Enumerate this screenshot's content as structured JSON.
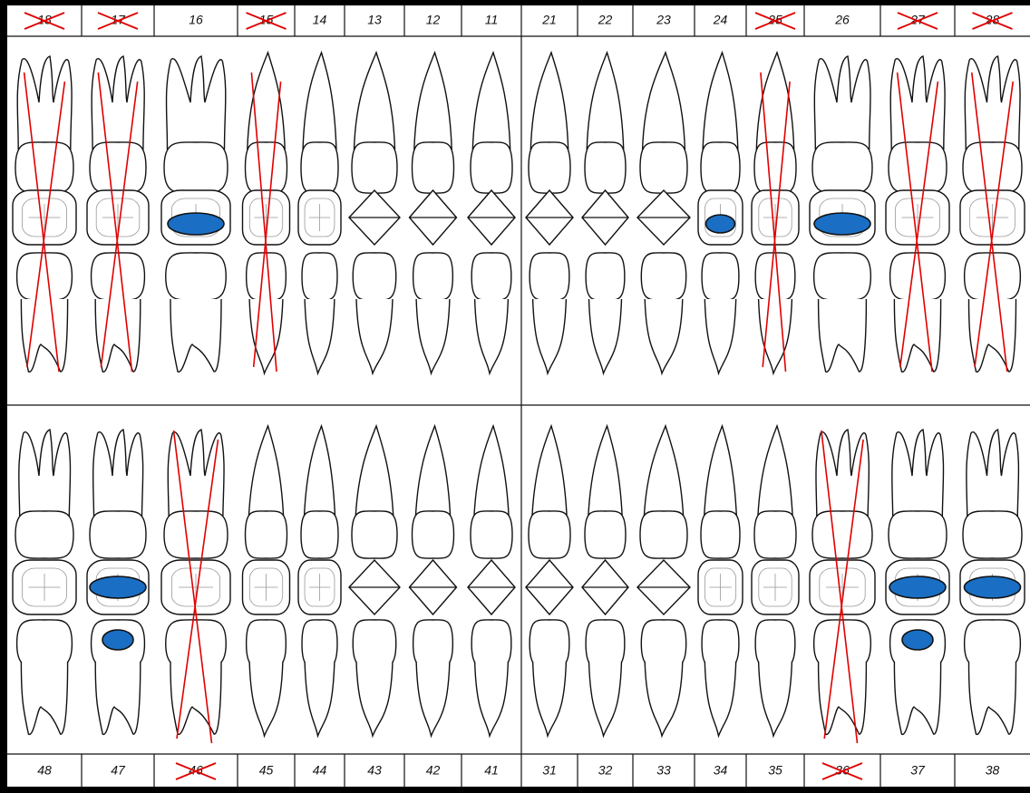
{
  "colors": {
    "background": "#000000",
    "chart_bg": "#ffffff",
    "tooth_outline": "#111111",
    "extraction_mark": "#e00000",
    "filling": "#1a6fc4"
  },
  "upper": {
    "teeth": [
      {
        "num": "18",
        "type": "molar",
        "missing": true
      },
      {
        "num": "17",
        "type": "molar",
        "missing": true
      },
      {
        "num": "16",
        "type": "molar",
        "missing": false,
        "fill": "large"
      },
      {
        "num": "15",
        "type": "premolar",
        "missing": true
      },
      {
        "num": "14",
        "type": "premolar",
        "missing": false
      },
      {
        "num": "13",
        "type": "canine",
        "missing": false
      },
      {
        "num": "12",
        "type": "incisor",
        "missing": false
      },
      {
        "num": "11",
        "type": "incisor",
        "missing": false
      },
      {
        "num": "21",
        "type": "incisor",
        "missing": false
      },
      {
        "num": "22",
        "type": "incisor",
        "missing": false
      },
      {
        "num": "23",
        "type": "canine",
        "missing": false
      },
      {
        "num": "24",
        "type": "premolar",
        "missing": false,
        "fill": "small"
      },
      {
        "num": "25",
        "type": "premolar",
        "missing": true
      },
      {
        "num": "26",
        "type": "molar",
        "missing": false,
        "fill": "large"
      },
      {
        "num": "27",
        "type": "molar",
        "missing": true
      },
      {
        "num": "28",
        "type": "molar",
        "missing": true
      }
    ]
  },
  "lower": {
    "teeth": [
      {
        "num": "48",
        "type": "molar",
        "missing": false
      },
      {
        "num": "47",
        "type": "molar",
        "missing": false,
        "fill": "large",
        "fill2": "small"
      },
      {
        "num": "46",
        "type": "molar",
        "missing": true
      },
      {
        "num": "45",
        "type": "premolar",
        "missing": false
      },
      {
        "num": "44",
        "type": "premolar",
        "missing": false
      },
      {
        "num": "43",
        "type": "canine",
        "missing": false
      },
      {
        "num": "42",
        "type": "incisor",
        "missing": false
      },
      {
        "num": "41",
        "type": "incisor",
        "missing": false
      },
      {
        "num": "31",
        "type": "incisor",
        "missing": false
      },
      {
        "num": "32",
        "type": "incisor",
        "missing": false
      },
      {
        "num": "33",
        "type": "canine",
        "missing": false
      },
      {
        "num": "34",
        "type": "premolar",
        "missing": false
      },
      {
        "num": "35",
        "type": "premolar",
        "missing": false
      },
      {
        "num": "36",
        "type": "molar",
        "missing": true
      },
      {
        "num": "37",
        "type": "molar",
        "missing": false,
        "fill": "large",
        "fill2": "small"
      },
      {
        "num": "38",
        "type": "molar",
        "missing": false,
        "fill": "large"
      }
    ]
  }
}
